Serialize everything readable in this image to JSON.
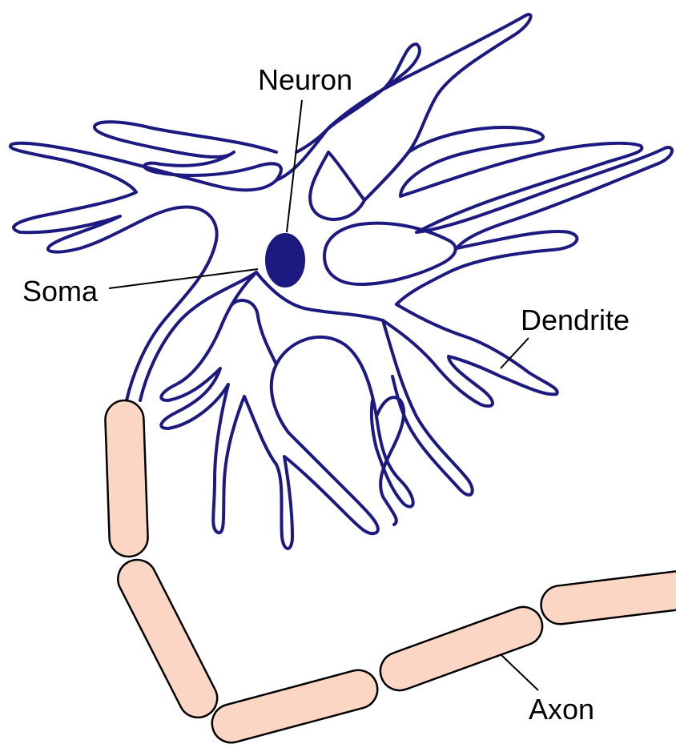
{
  "labels": {
    "neuron": "Neuron",
    "soma": "Soma",
    "dendrite": "Dendrite",
    "axon": "Axon"
  },
  "colors": {
    "membrane": "#1c1a80",
    "nucleus": "#1c1a80",
    "myelin": "#fbd6c4",
    "outline": "#000000",
    "background": "#ffffff"
  }
}
